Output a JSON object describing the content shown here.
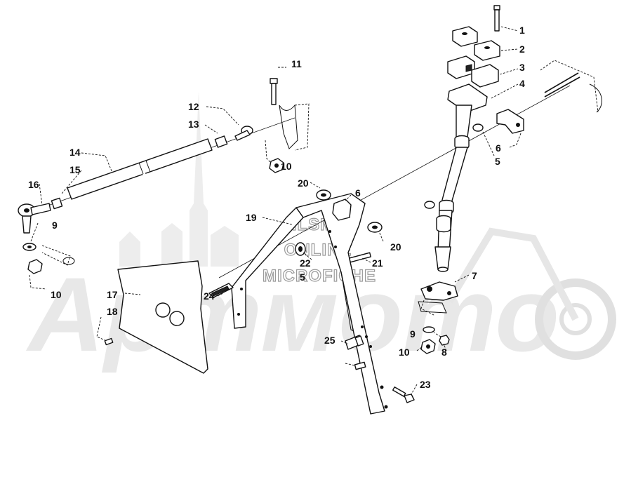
{
  "watermark": {
    "line1": "HLSM'S",
    "line2": "ONLINE",
    "line3": "MICROFICHE",
    "logo_text": "Артмото",
    "color": "#c8c8c8"
  },
  "callouts": [
    {
      "id": "1",
      "label": "1"
    },
    {
      "id": "2",
      "label": "2"
    },
    {
      "id": "3",
      "label": "3"
    },
    {
      "id": "4",
      "label": "4"
    },
    {
      "id": "5a",
      "label": "5"
    },
    {
      "id": "6a",
      "label": "6"
    },
    {
      "id": "11",
      "label": "11"
    },
    {
      "id": "12",
      "label": "12"
    },
    {
      "id": "13",
      "label": "13"
    },
    {
      "id": "10a",
      "label": "10"
    },
    {
      "id": "14",
      "label": "14"
    },
    {
      "id": "15",
      "label": "15"
    },
    {
      "id": "16",
      "label": "16"
    },
    {
      "id": "9a",
      "label": "9"
    },
    {
      "id": "10b",
      "label": "10"
    },
    {
      "id": "20a",
      "label": "20"
    },
    {
      "id": "6b",
      "label": "6"
    },
    {
      "id": "19",
      "label": "19"
    },
    {
      "id": "20b",
      "label": "20"
    },
    {
      "id": "22",
      "label": "22"
    },
    {
      "id": "21",
      "label": "21"
    },
    {
      "id": "5b",
      "label": "5"
    },
    {
      "id": "7",
      "label": "7"
    },
    {
      "id": "17",
      "label": "17"
    },
    {
      "id": "18",
      "label": "18"
    },
    {
      "id": "24",
      "label": "24"
    },
    {
      "id": "9b",
      "label": "9"
    },
    {
      "id": "10c",
      "label": "10"
    },
    {
      "id": "8",
      "label": "8"
    },
    {
      "id": "25",
      "label": "25"
    },
    {
      "id": "23",
      "label": "23"
    }
  ]
}
